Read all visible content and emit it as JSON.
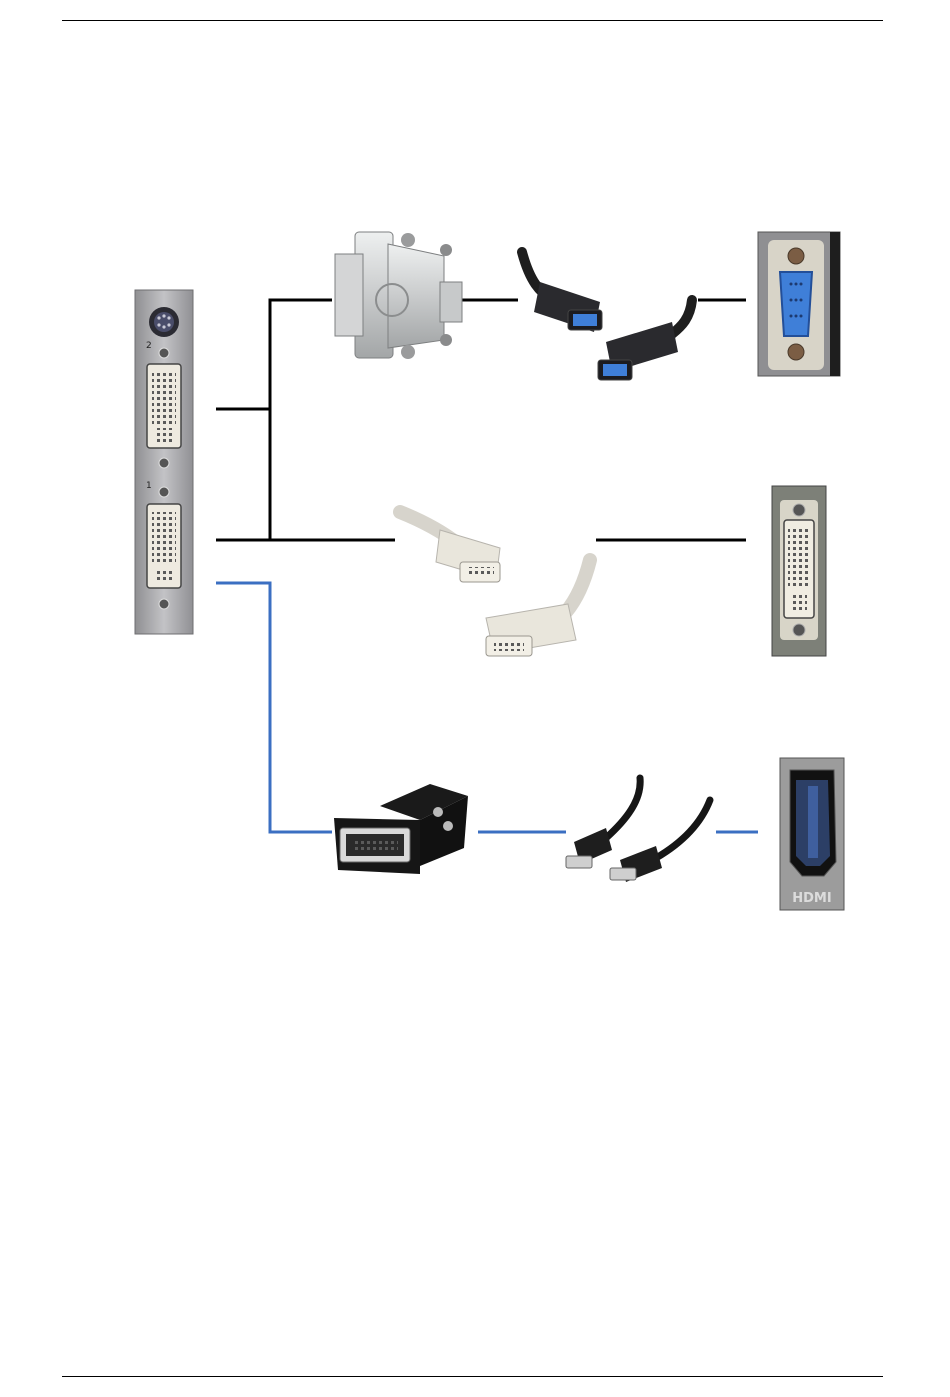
{
  "colors": {
    "line_black": "#000000",
    "line_blue": "#3b6fc2",
    "card_metal": "#a9a9ab",
    "dvi_body": "#e9e6dc",
    "vga_blue": "#3f7fd8",
    "cable_black": "#1e1e1e"
  },
  "labels": {
    "port_2": "2",
    "port_1": "1",
    "hdmi": "HDMI"
  },
  "icons": {
    "card": "graphics-card-bracket-icon",
    "adapter_vga": "dvi-to-vga-adapter-icon",
    "cable_vga": "vga-cable-icon",
    "port_vga": "vga-port-icon",
    "cable_dvi": "dvi-cable-icon",
    "port_dvi": "dvi-port-icon",
    "adapter_hdmi": "dvi-to-hdmi-adapter-icon",
    "cable_hdmi": "hdmi-cable-icon",
    "port_hdmi": "hdmi-port-icon"
  }
}
